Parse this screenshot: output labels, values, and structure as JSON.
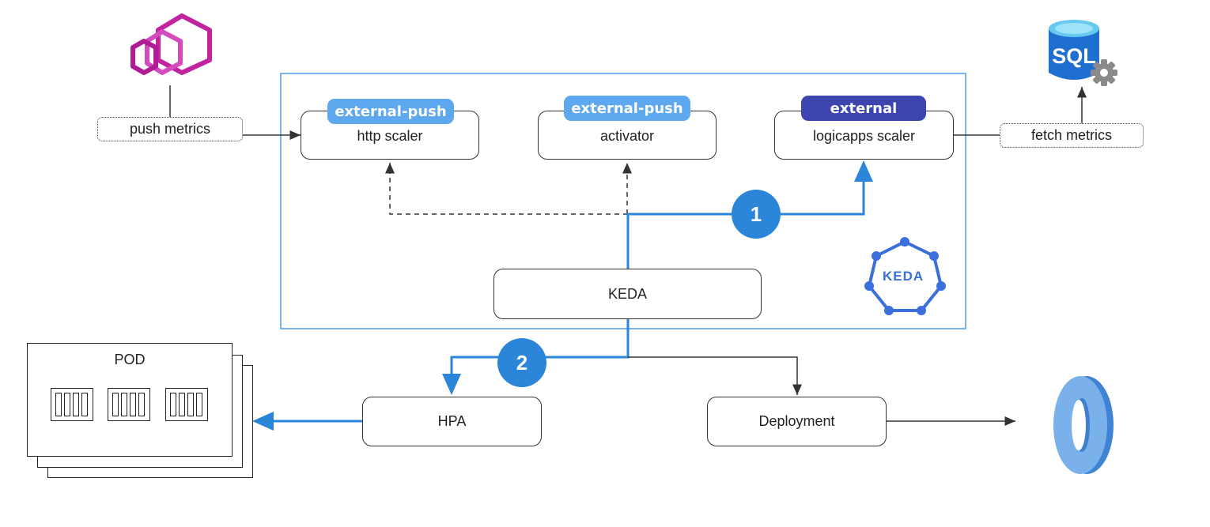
{
  "nodes": {
    "http_scaler": {
      "badge": "external-push",
      "label": "http scaler"
    },
    "activator": {
      "badge": "external-push",
      "label": "activator"
    },
    "logicapps_scaler": {
      "badge": "external",
      "label": "logicapps scaler"
    },
    "keda": {
      "label": "KEDA"
    },
    "hpa": {
      "label": "HPA"
    },
    "deployment": {
      "label": "Deployment"
    },
    "pod": {
      "label": "POD"
    }
  },
  "edge_labels": {
    "push_metrics": "push metrics",
    "fetch_metrics": "fetch metrics"
  },
  "steps": [
    "1",
    "2"
  ],
  "logos": {
    "sql": "SQL",
    "keda_logo": "KEDA",
    "zero": "0"
  },
  "colors": {
    "accent_blue": "#2b86d9",
    "badge_light": "#5ea8ef",
    "badge_dark": "#3d46b0",
    "frame": "#4d9be6",
    "envoy": "#c2249f"
  }
}
